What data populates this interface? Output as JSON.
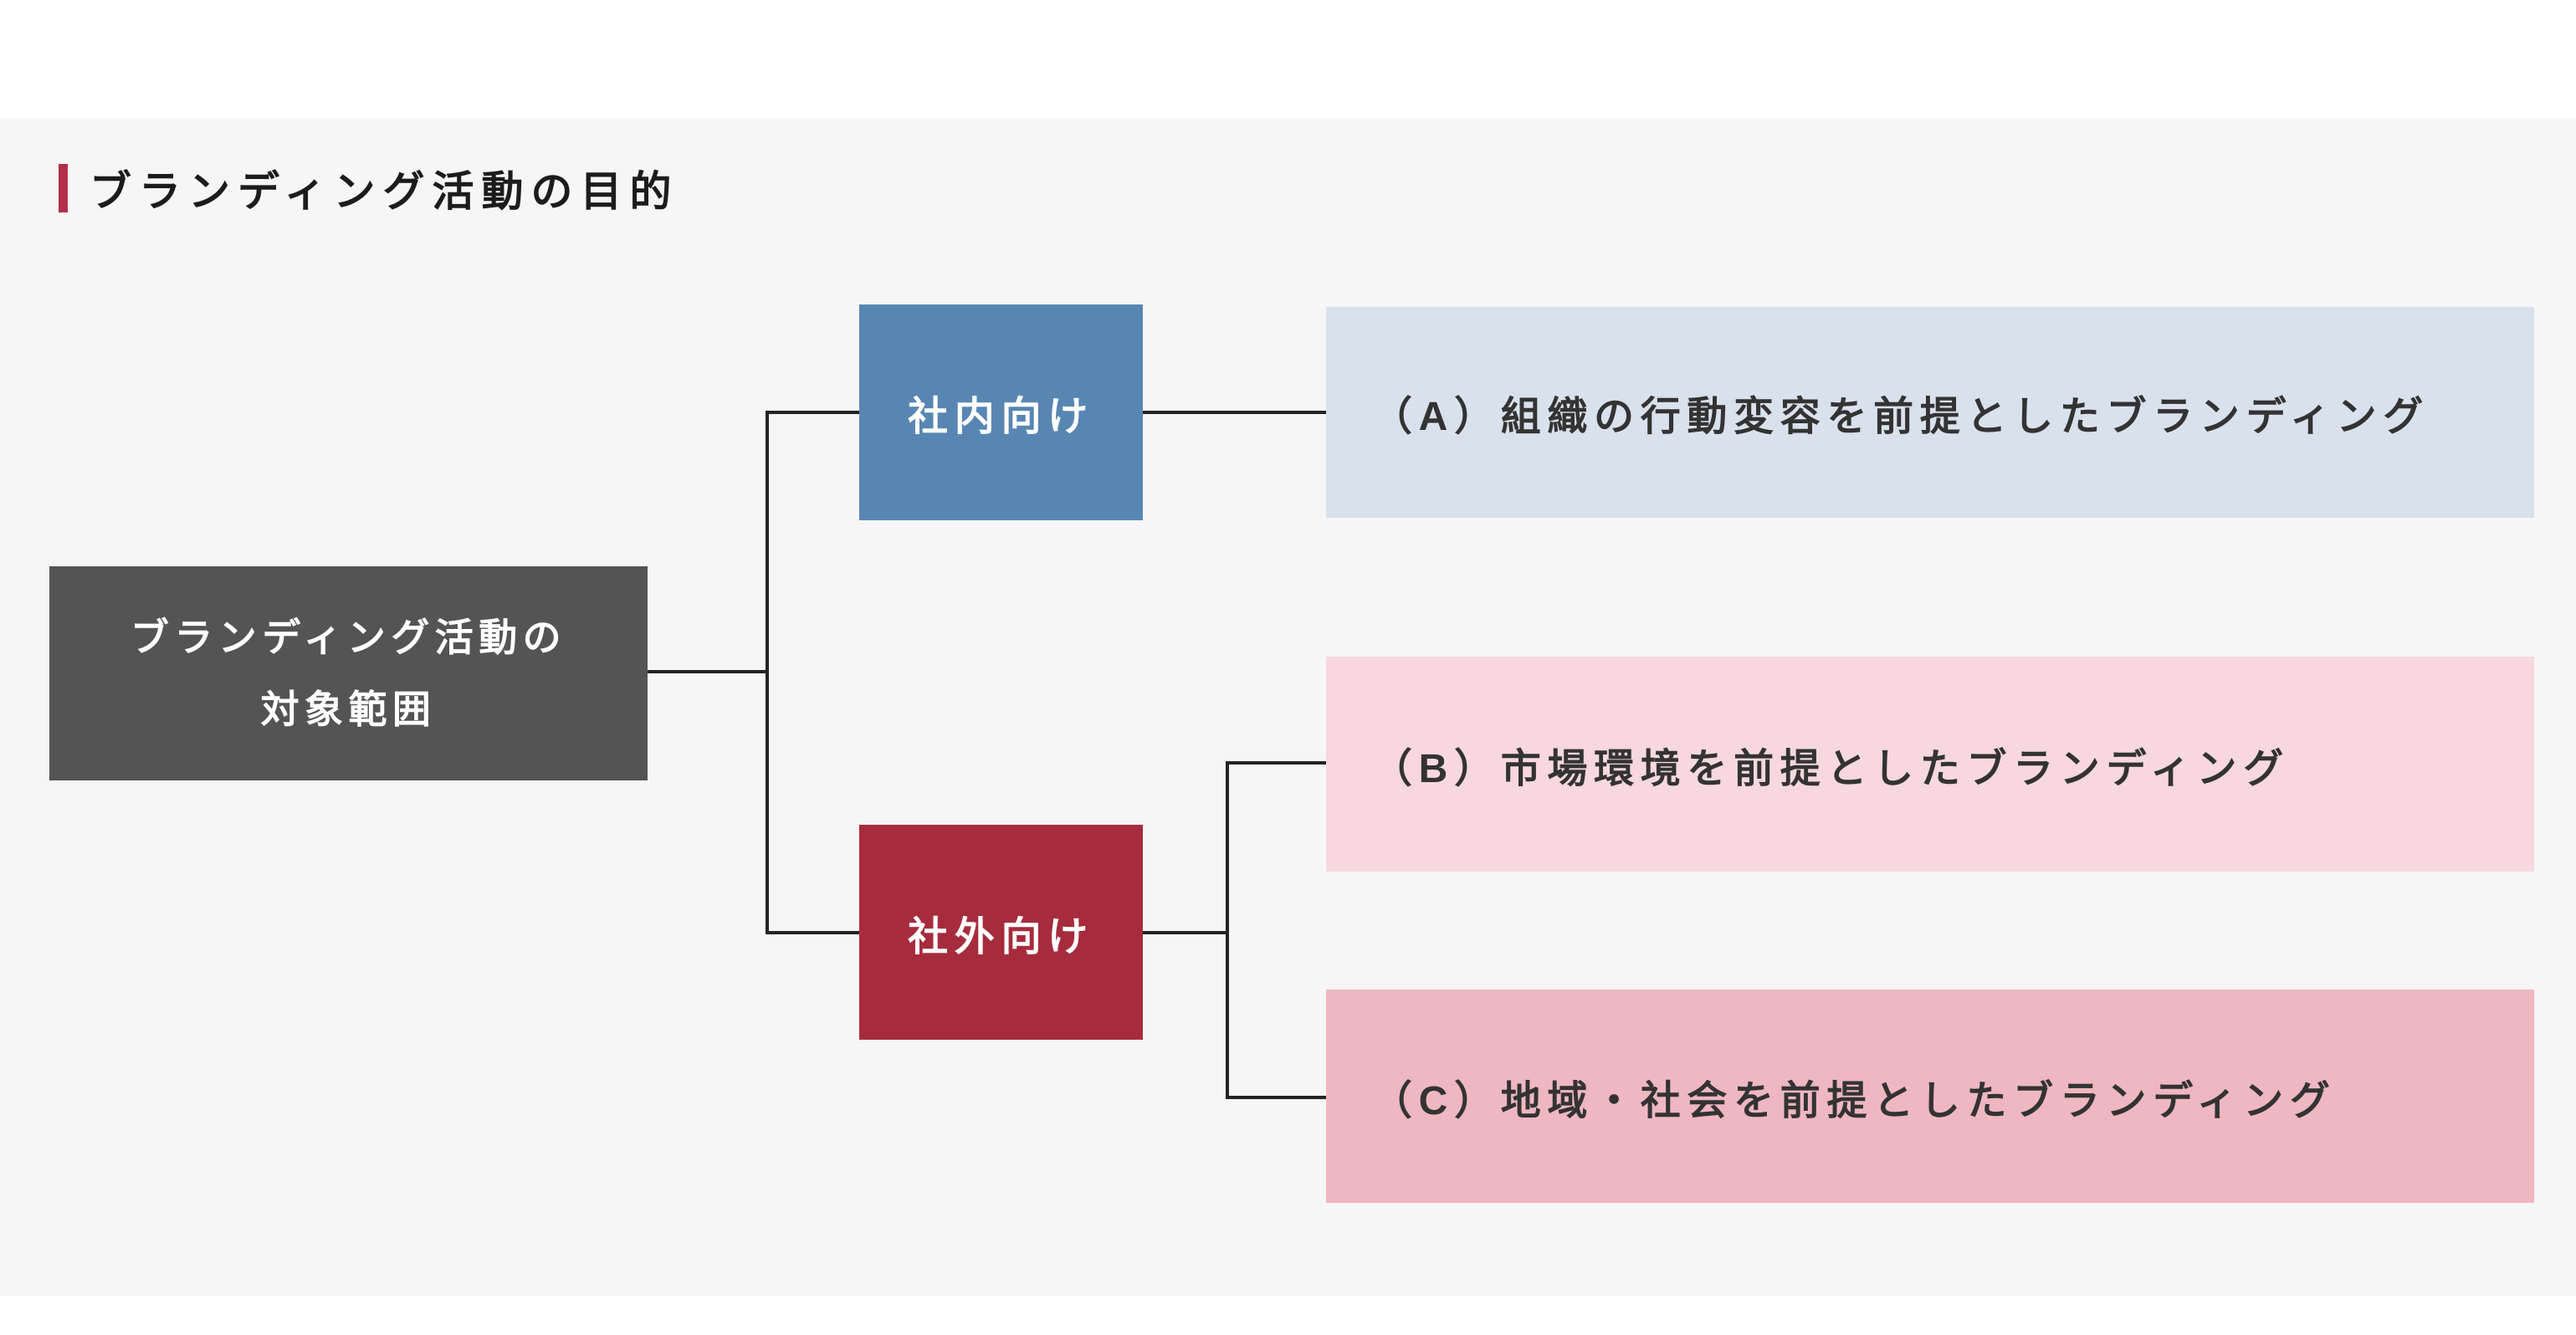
{
  "title": {
    "text": "ブランディング活動の目的"
  },
  "diagram": {
    "root": {
      "lines": [
        "ブランディング活動の",
        "対象範囲"
      ]
    },
    "branches": [
      {
        "id": "internal",
        "label": "社内向け",
        "parent": "root"
      },
      {
        "id": "external",
        "label": "社外向け",
        "parent": "root"
      }
    ],
    "leaves": [
      {
        "id": "A",
        "label": "（A）組織の行動変容を前提としたブランディング",
        "parent": "社内向け"
      },
      {
        "id": "B",
        "label": "（B）市場環境を前提としたブランディング",
        "parent": "社外向け"
      },
      {
        "id": "C",
        "label": "（C）地域・社会を前提としたブランディング",
        "parent": "社外向け"
      }
    ]
  },
  "colors": {
    "page_background": "#ffffff",
    "content_band": "#f6f6f7",
    "title_accent": "#b23049",
    "title_text": "#1c1c1c",
    "root_box": "#545454",
    "internal_box": "#5886b2",
    "external_box": "#a62c3d",
    "leaf_a_box": "#d9e1ec",
    "leaf_b_box": "#f7d8de",
    "leaf_c_box": "#efb7c1",
    "box_text_light": "#ffffff",
    "box_text_dark": "#333333",
    "connector": "#242424"
  }
}
